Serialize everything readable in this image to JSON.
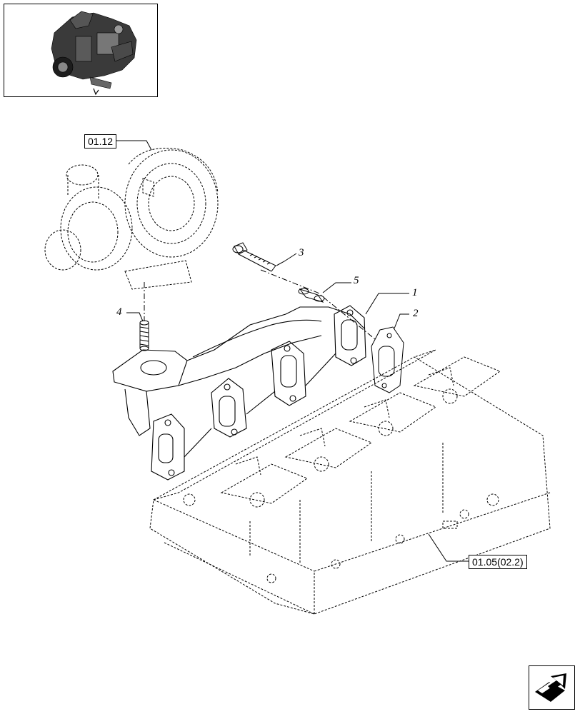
{
  "references": {
    "turbocharger": "01.12",
    "cylinder_head": "01.05(02.2)"
  },
  "callouts": [
    "1",
    "2",
    "3",
    "4",
    "5"
  ],
  "icons": {
    "thumbnail": "engine-thumbnail-icon",
    "navigation": "next-page-arrow-icon"
  },
  "colors": {
    "ink": "#000000",
    "background": "#ffffff"
  }
}
